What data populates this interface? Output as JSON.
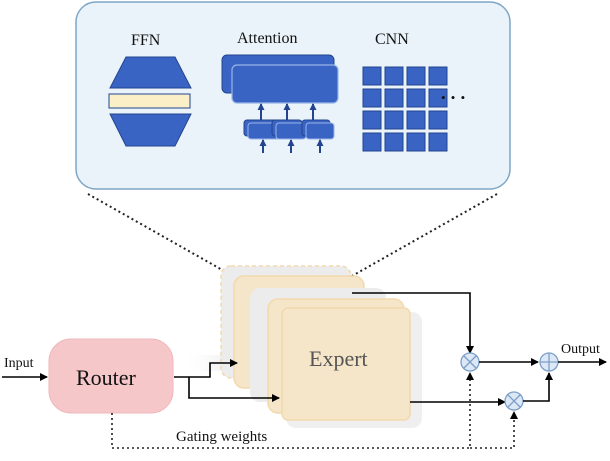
{
  "panel": {
    "ffn_label": "FFN",
    "attention_label": "Attention",
    "cnn_label": "CNN",
    "more_label": "• • •"
  },
  "flow": {
    "input_label": "Input",
    "router_label": "Router",
    "expert_label": "Expert",
    "output_label": "Output",
    "gating_label": "Gating weights"
  },
  "colors": {
    "panel_fill": "#eaf3f9",
    "panel_stroke": "#7fa7c5",
    "block_blue": "#3a64c4",
    "block_stroke": "#23448f",
    "ffn_bar": "#faefc7",
    "router_fill": "#f5c7c9",
    "expert_fill": "#f6e6c9",
    "expert_back": "#ececec",
    "op_fill": "#dce8f6",
    "op_stroke": "#7d9ec7"
  }
}
